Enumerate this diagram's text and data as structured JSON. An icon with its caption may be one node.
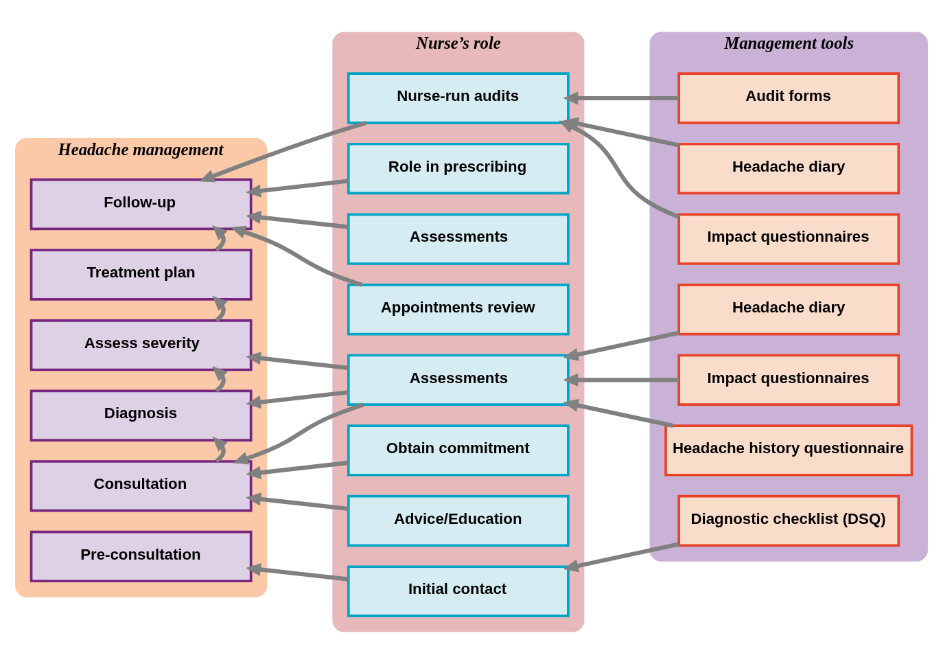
{
  "diagram": {
    "nodes": [
      {
        "text": [
          "Headache management"
        ]
      },
      {
        "text": [
          "Pre-consultation"
        ],
        "in": 0
      },
      {
        "text": [
          "Consultation"
        ],
        "in": 0
      },
      {
        "text": [
          "Diagnosis"
        ],
        "in": 0
      },
      {
        "text": [
          "Assess severity"
        ],
        "in": 0
      },
      {
        "text": [
          "Treatment plan"
        ],
        "in": 0
      },
      {
        "text": [
          "Follow-up"
        ],
        "in": 0
      },
      {
        "text": [
          "Nurse’s role"
        ]
      },
      {
        "text": [
          "Initial contact"
        ],
        "in": 7
      },
      {
        "text": [
          "Advice/Education"
        ],
        "in": 7
      },
      {
        "text": [
          "Obtain commitment"
        ],
        "in": 7
      },
      {
        "text": [
          "Assessments"
        ],
        "in": 7
      },
      {
        "text": [
          "Appointments review"
        ],
        "in": 7
      },
      {
        "text": [
          "Assessments"
        ],
        "in": 7
      },
      {
        "text": [
          "Role in prescribing"
        ],
        "in": 7
      },
      {
        "text": [
          "Nurse-run audits"
        ],
        "in": 7
      },
      {
        "text": [
          "Management tools"
        ]
      },
      {
        "text": [
          "Diagnostic checklist (DSQ)"
        ],
        "in": 16
      },
      {
        "text": [
          "Headache history questionnaire"
        ],
        "in": 16
      },
      {
        "text": [
          "Impact questionnaires"
        ],
        "in": 16
      },
      {
        "text": [
          "Headache diary"
        ],
        "in": 16
      },
      {
        "text": [
          "Impact questionnaires"
        ],
        "in": 16
      },
      {
        "text": [
          "Headache diary"
        ],
        "in": 16
      },
      {
        "text": [
          "Audit forms"
        ],
        "in": 16
      }
    ],
    "edges": [
      {
        "from": 8,
        "to": 1,
        "arrow": "to"
      },
      {
        "from": 17,
        "to": 8,
        "arrow": "to"
      },
      {
        "from": 9,
        "to": 2,
        "arrow": "to"
      },
      {
        "from": 10,
        "to": 2,
        "arrow": "to"
      },
      {
        "from": 11,
        "to": 2,
        "arrow": "to"
      },
      {
        "from": 11,
        "to": 3,
        "arrow": "to"
      },
      {
        "from": 11,
        "to": 4,
        "arrow": "to"
      },
      {
        "from": 2,
        "to": 3,
        "arrow": "to"
      },
      {
        "from": 3,
        "to": 4,
        "arrow": "to"
      },
      {
        "from": 4,
        "to": 5,
        "arrow": "to"
      },
      {
        "from": 5,
        "to": 6,
        "arrow": "to"
      },
      {
        "from": 12,
        "to": 6,
        "arrow": "to"
      },
      {
        "from": 13,
        "to": 6,
        "arrow": "to"
      },
      {
        "from": 14,
        "to": 6,
        "arrow": "to"
      },
      {
        "from": 15,
        "to": 6,
        "arrow": "to"
      },
      {
        "from": 18,
        "to": 11,
        "arrow": "to"
      },
      {
        "from": 19,
        "to": 11,
        "arrow": "to"
      },
      {
        "from": 20,
        "to": 11,
        "arrow": "to"
      },
      {
        "from": 21,
        "to": 15,
        "arrow": "to"
      },
      {
        "from": 22,
        "to": 15,
        "arrow": "to"
      },
      {
        "from": 23,
        "to": 15,
        "arrow": "to"
      }
    ]
  }
}
